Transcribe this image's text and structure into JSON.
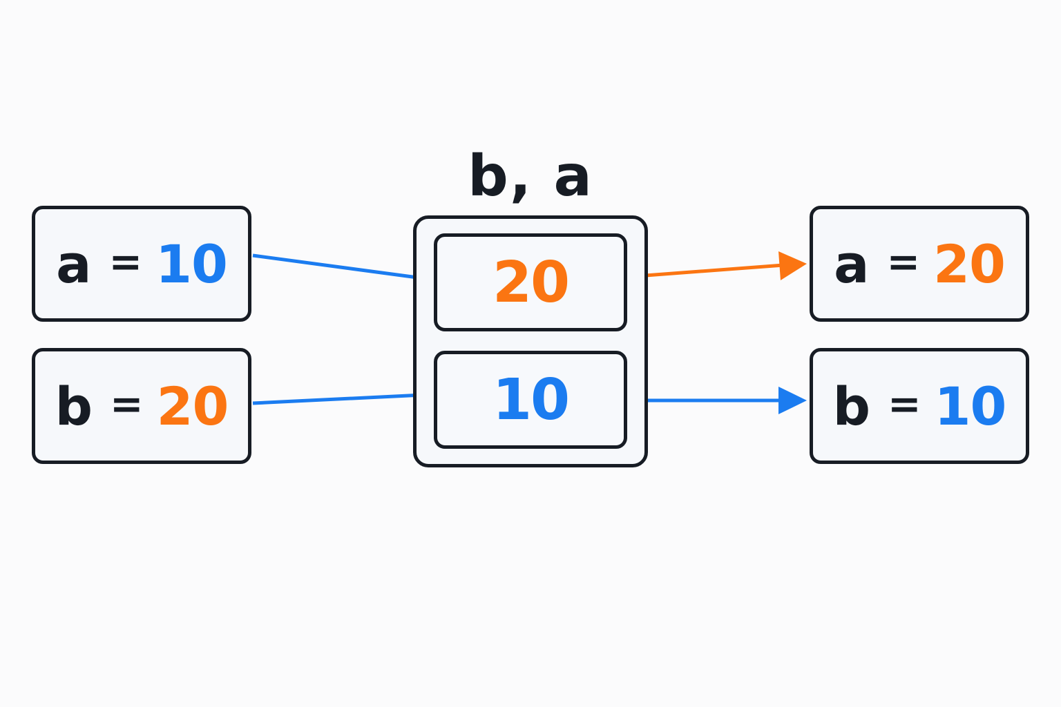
{
  "colors": {
    "blue": "#1b7cf0",
    "orange": "#fb7512",
    "dark": "#171c24"
  },
  "before": {
    "a": {
      "name": "a",
      "equals": "=",
      "value": "10",
      "color": "blue"
    },
    "b": {
      "name": "b",
      "equals": "=",
      "value": "20",
      "color": "orange"
    }
  },
  "tuple": {
    "label": "b, a",
    "top_value": "20",
    "top_color": "orange",
    "bottom_value": "10",
    "bottom_color": "blue"
  },
  "after": {
    "a": {
      "name": "a",
      "equals": "=",
      "value": "20",
      "color": "orange"
    },
    "b": {
      "name": "b",
      "equals": "=",
      "value": "10",
      "color": "blue"
    }
  }
}
